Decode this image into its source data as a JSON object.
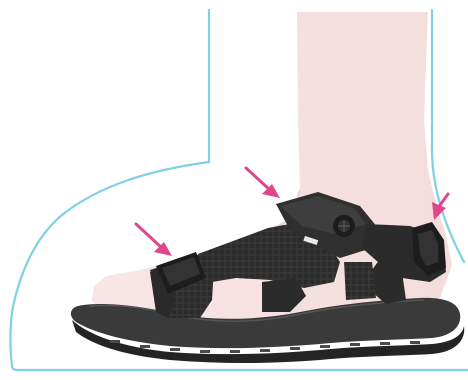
{
  "illustration": {
    "subject": "sandal-fit-diagram",
    "colors": {
      "background": "#ffffff",
      "outline": "#7fd0e6",
      "skin": "#f6e2e2",
      "skin_shadow": "#efcfd0",
      "strap": "#2b2b2b",
      "strap_highlight": "#4a4a4a",
      "sole": "#3a3a3a",
      "sole_dark": "#242424",
      "buckle": "#1d1d1d",
      "arrow": "#e0478a"
    },
    "markers": [
      {
        "name": "forefoot-strap-arrow"
      },
      {
        "name": "instep-strap-arrow"
      },
      {
        "name": "heel-strap-arrow"
      }
    ]
  }
}
